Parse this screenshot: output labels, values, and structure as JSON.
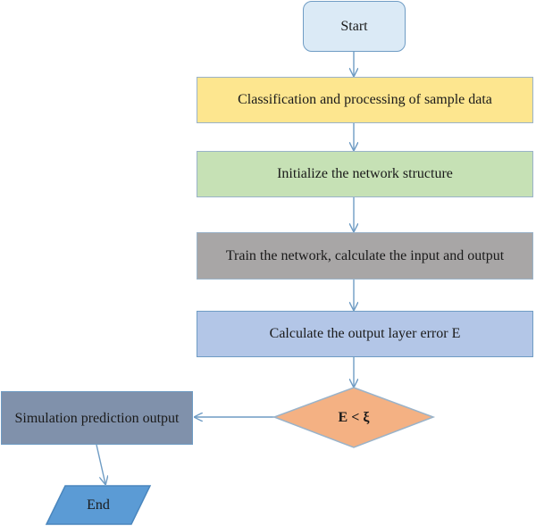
{
  "diagram": {
    "start": "Start",
    "steps": [
      "Classification and processing of sample data",
      "Initialize the network structure",
      "Train the network, calculate the input and output",
      "Calculate the output layer error E"
    ],
    "decision": "E < ξ",
    "simulate": "Simulation prediction output",
    "end": "End"
  },
  "colors": {
    "start_fill": "#dbeaf6",
    "classify_fill": "#fde68f",
    "init_fill": "#c6e1b5",
    "train_fill": "#a8a6a6",
    "error_fill": "#b3c6e7",
    "decision_fill": "#f4b183",
    "simulate_fill": "#8091ab",
    "end_fill": "#5b9bd5",
    "arrow": "#6f9cc4"
  }
}
